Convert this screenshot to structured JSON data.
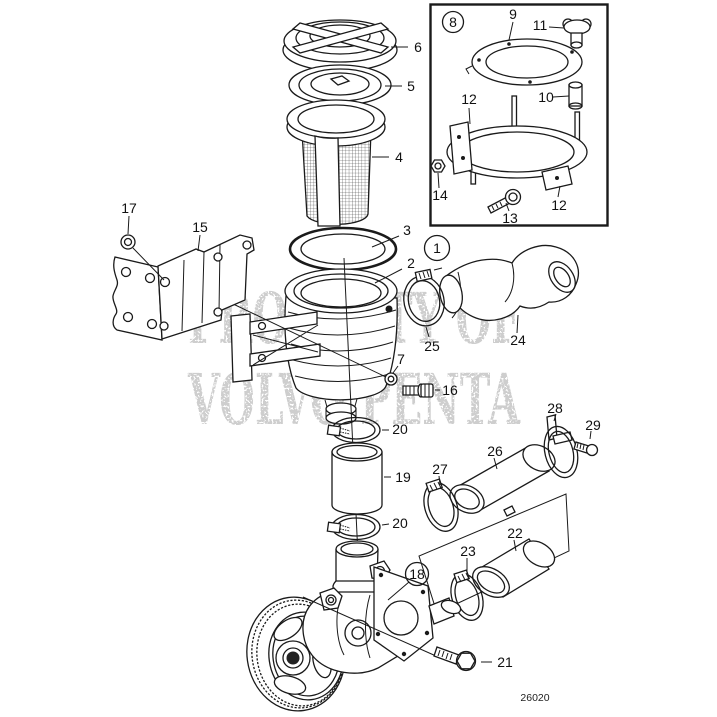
{
  "figure": {
    "type": "exploded-parts-diagram",
    "drawing_number": "26020",
    "watermark": {
      "line1": "PROPERTY OF",
      "line2": "VOLVO PENTA"
    },
    "colors": {
      "ink": "#1a1a1a",
      "watermark_gray": "#c6c6c6",
      "background": "#ffffff"
    }
  },
  "callouts": {
    "c1": "1",
    "c2": "2",
    "c3": "3",
    "c4": "4",
    "c5": "5",
    "c6": "6",
    "c7": "7",
    "c8": "8",
    "c9": "9",
    "c10": "10",
    "c11": "11",
    "c12": "12",
    "c13": "13",
    "c14": "14",
    "c15": "15",
    "c16": "16",
    "c17": "17",
    "c18": "18",
    "c19": "19",
    "c20": "20",
    "c21": "21",
    "c22": "22",
    "c23": "23",
    "c24": "24",
    "c25": "25",
    "c26": "26",
    "c27": "27",
    "c28": "28",
    "c29": "29"
  }
}
